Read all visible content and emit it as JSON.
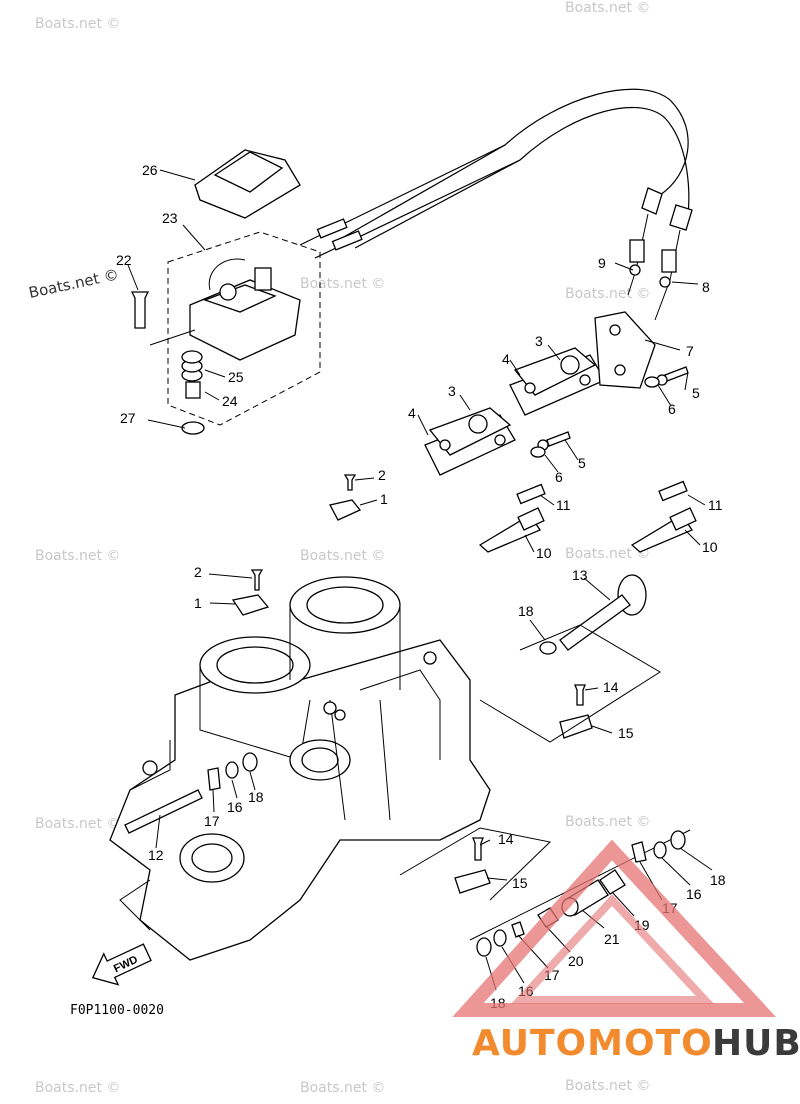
{
  "watermark_text": "Boats.net ©",
  "diagram_code": "F0P1100-0020",
  "fwd_label": "FWD",
  "brand": {
    "part1": "AUTOMOTO",
    "part2": "HUB",
    "color1": "#f28a2e",
    "color2": "#3b3b3b",
    "triangle_color": "#e53935"
  },
  "callouts": [
    "1",
    "2",
    "3",
    "4",
    "5",
    "6",
    "7",
    "8",
    "9",
    "10",
    "11",
    "12",
    "13",
    "14",
    "15",
    "16",
    "17",
    "18",
    "19",
    "20",
    "21",
    "22",
    "23",
    "24",
    "25",
    "26",
    "27"
  ]
}
